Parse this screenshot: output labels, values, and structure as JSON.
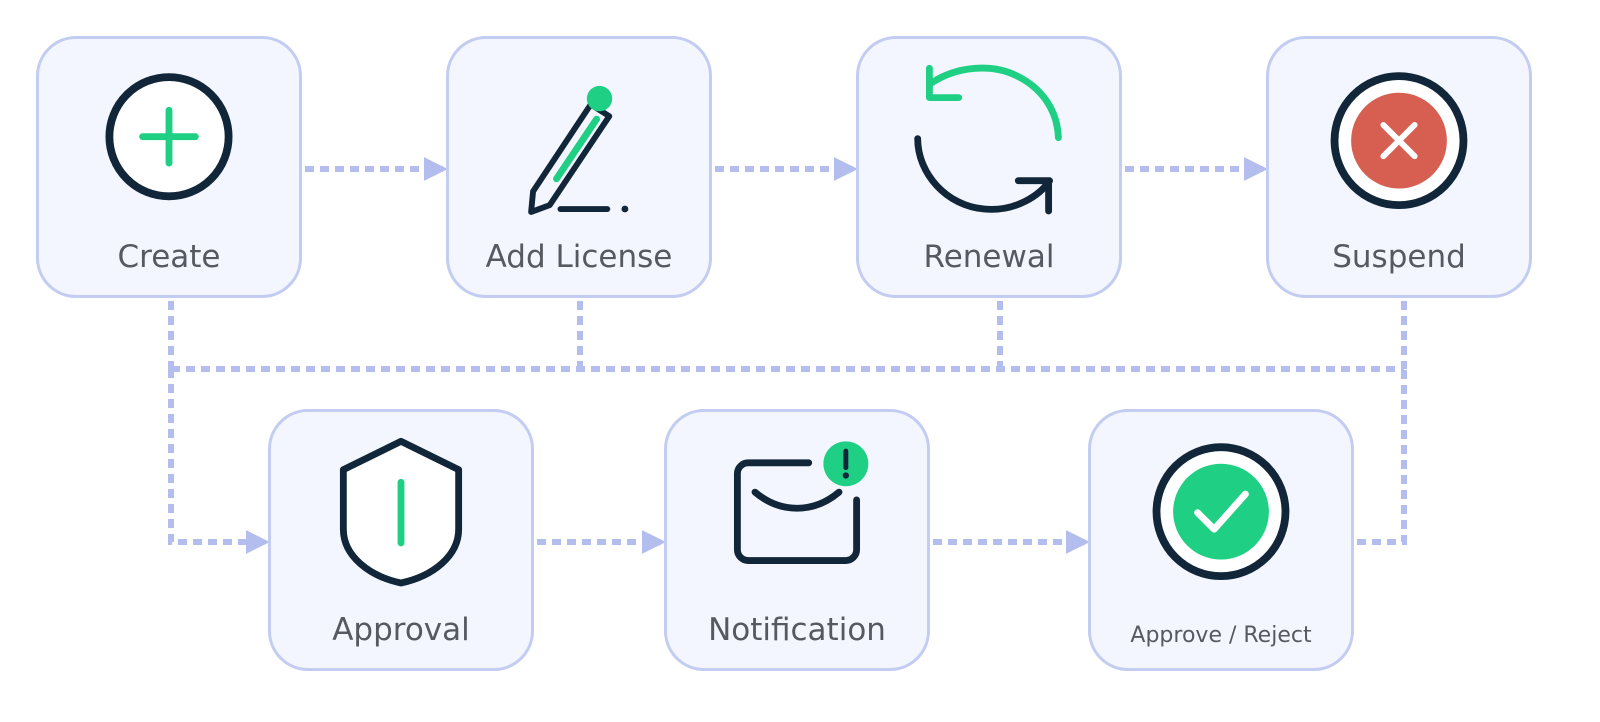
{
  "colors": {
    "node_fill": "#f3f6fe",
    "node_border": "#c3ccf1",
    "connector": "#b3bdee",
    "icon_dark": "#12263a",
    "accent_green": "#1fcf84",
    "danger_red": "#d65f52",
    "label_text": "#555a62"
  },
  "nodes": {
    "create": {
      "label": "Create",
      "icon": "plus-circle-icon"
    },
    "add_license": {
      "label": "Add License",
      "icon": "pen-icon"
    },
    "renewal": {
      "label": "Renewal",
      "icon": "refresh-icon"
    },
    "suspend": {
      "label": "Suspend",
      "icon": "x-circle-icon"
    },
    "approval": {
      "label": "Approval",
      "icon": "shield-icon"
    },
    "notification": {
      "label": "Notification",
      "icon": "mail-alert-icon"
    },
    "approve_reject": {
      "label": "Approve / Reject",
      "icon": "check-circle-icon"
    }
  },
  "edges": [
    {
      "from": "Create",
      "to": "Add License"
    },
    {
      "from": "Add License",
      "to": "Renewal"
    },
    {
      "from": "Renewal",
      "to": "Suspend"
    },
    {
      "from": "Create",
      "to": "Approval"
    },
    {
      "from": "Add License",
      "to": "Approval"
    },
    {
      "from": "Renewal",
      "to": "Approval"
    },
    {
      "from": "Suspend",
      "to": "Approval"
    },
    {
      "from": "Approval",
      "to": "Notification"
    },
    {
      "from": "Notification",
      "to": "Approve / Reject"
    },
    {
      "from": "Approve / Reject",
      "to": "Suspend"
    }
  ]
}
